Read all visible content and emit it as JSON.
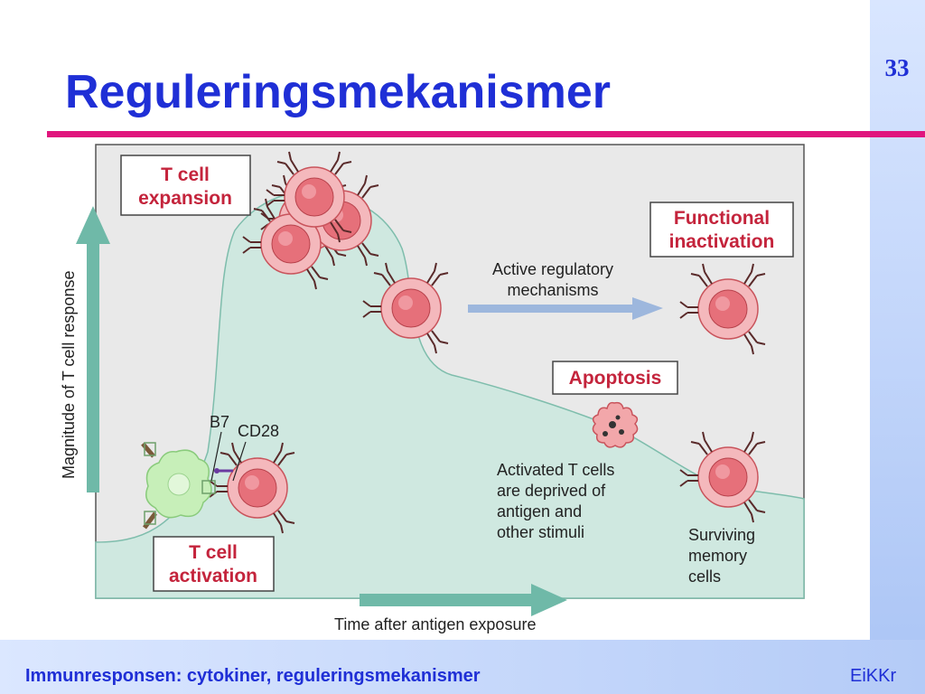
{
  "slide": {
    "title": "Reguleringsmekanismer",
    "number": "33",
    "footer_title": "Immunresponsen: cytokiner, reguleringsmekanismer",
    "footer_author": "EiKKr"
  },
  "diagram": {
    "y_axis_label": "Magnitude of T cell response",
    "x_axis_label": "Time after antigen exposure",
    "boxes": {
      "expansion": [
        "T cell",
        "expansion"
      ],
      "functional": [
        "Functional",
        "inactivation"
      ],
      "apoptosis": "Apoptosis",
      "activation": [
        "T cell",
        "activation"
      ]
    },
    "labels": {
      "regulatory": [
        "Active regulatory",
        "mechanisms"
      ],
      "b7": "B7",
      "cd28": "CD28",
      "deprived": [
        "Activated T cells",
        "are deprived of",
        "antigen and",
        "other stimuli"
      ],
      "memory": [
        "Surviving",
        "memory",
        "cells"
      ]
    },
    "colors": {
      "title": "#1f2fd6",
      "rule": "#e0157d",
      "box_text": "#c4243c",
      "curve_fill": "#cfe8e0",
      "panel": "#e9e9e9",
      "arrow_teal": "#6fb9a8",
      "arrow_blue": "#9db7dd"
    }
  }
}
